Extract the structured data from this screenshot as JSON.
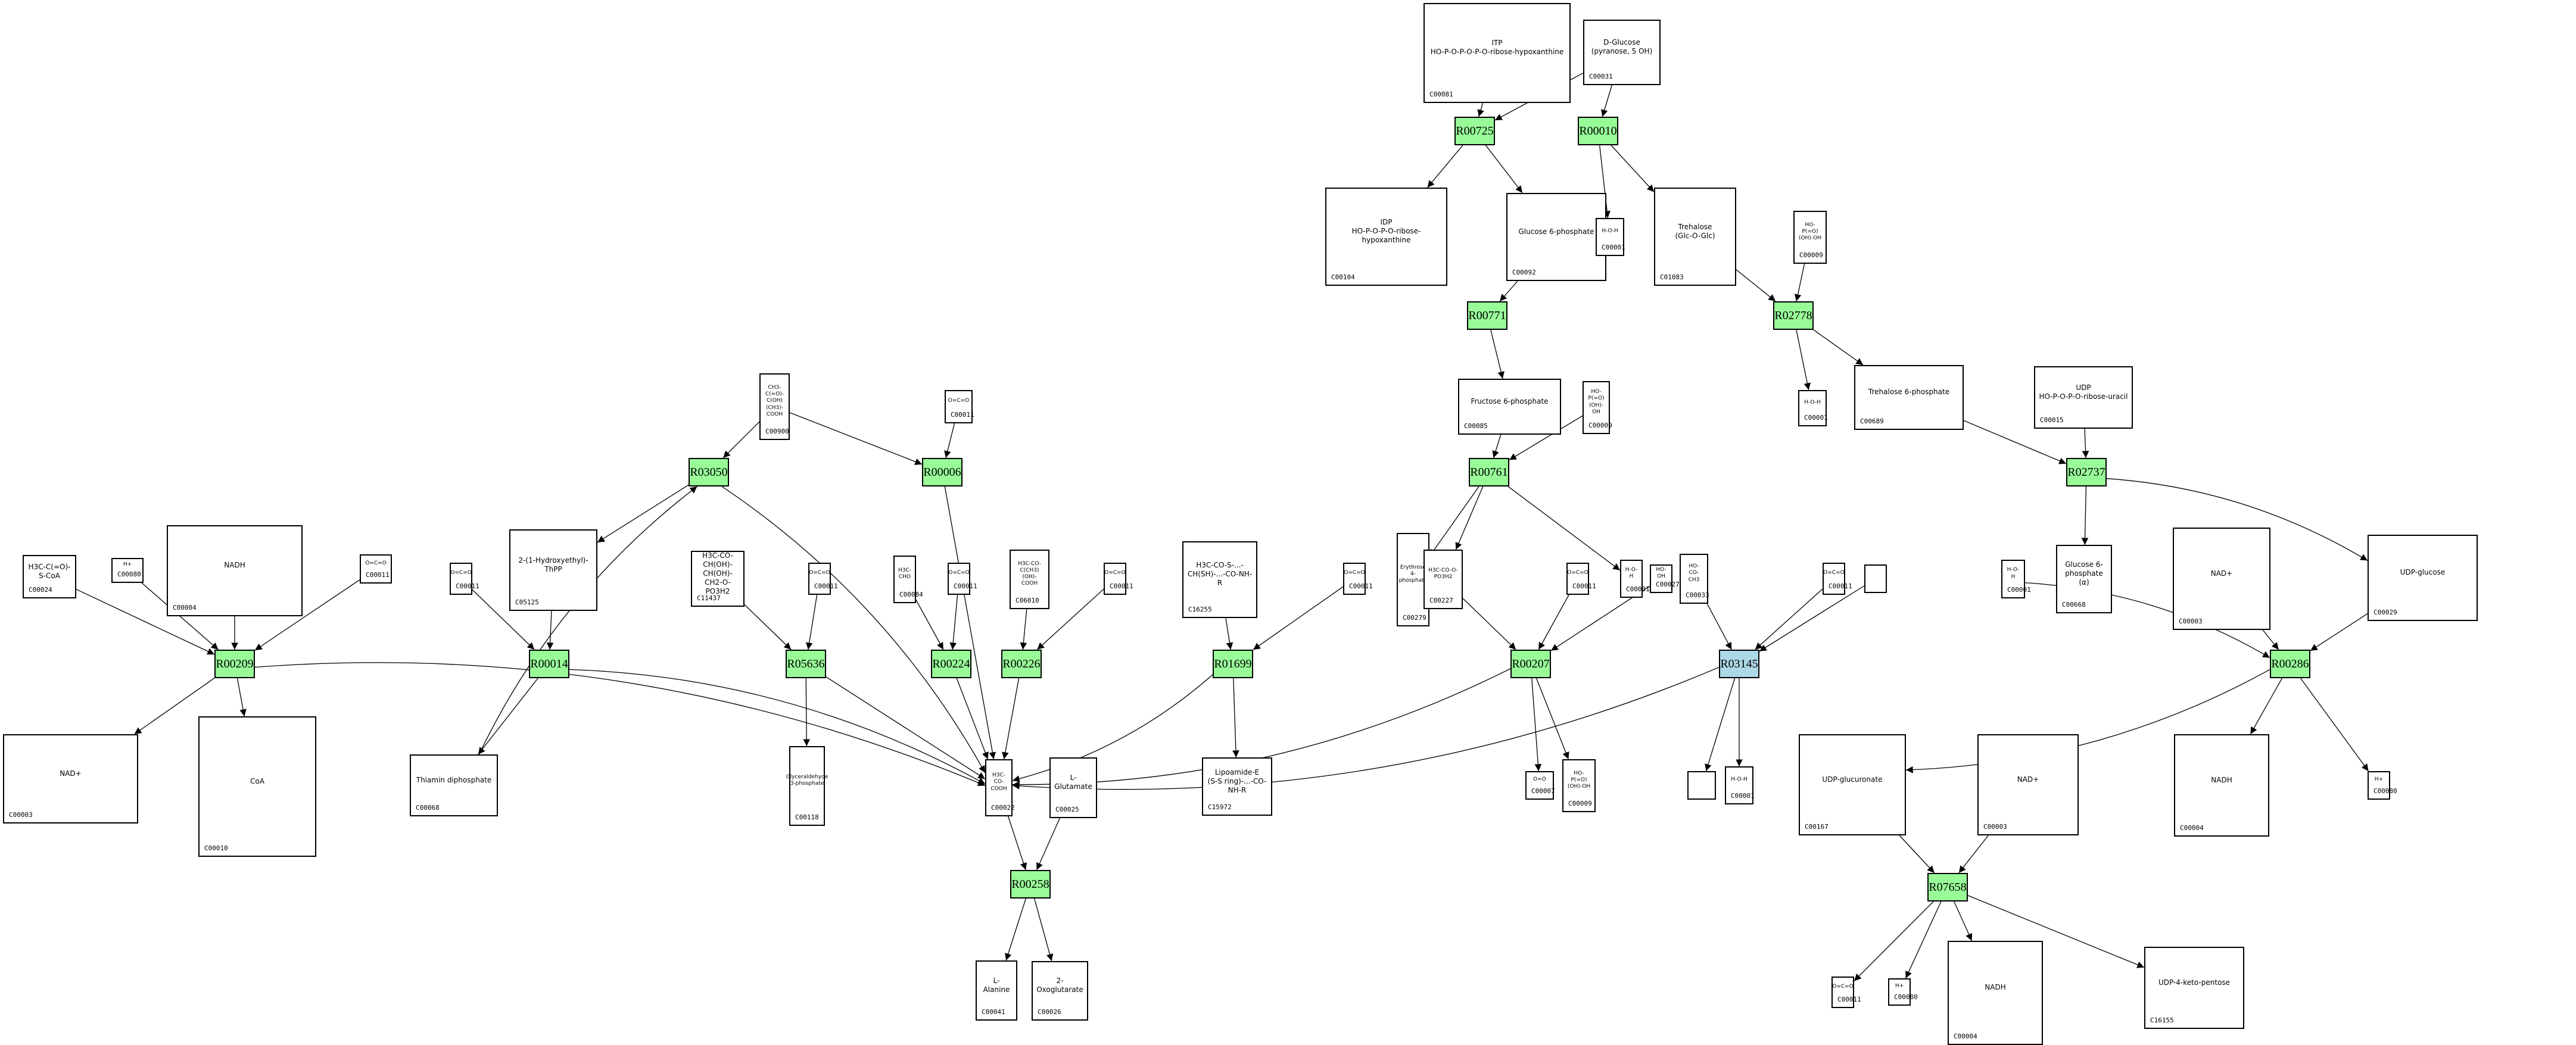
{
  "diagram": {
    "title": "Metabolic reaction network",
    "colors": {
      "reaction_default": "#98fb98",
      "reaction_highlight": "#add8e6",
      "edge": "#000000"
    },
    "reactions": [
      {
        "id": "R00725",
        "color": "#98fb98"
      },
      {
        "id": "R00010",
        "color": "#98fb98"
      },
      {
        "id": "R00771",
        "color": "#98fb98"
      },
      {
        "id": "R02778",
        "color": "#98fb98"
      },
      {
        "id": "R03050",
        "color": "#98fb98"
      },
      {
        "id": "R00006",
        "color": "#98fb98"
      },
      {
        "id": "R00761",
        "color": "#98fb98"
      },
      {
        "id": "R02737",
        "color": "#98fb98"
      },
      {
        "id": "R00209",
        "color": "#98fb98"
      },
      {
        "id": "R00014",
        "color": "#98fb98"
      },
      {
        "id": "R05636",
        "color": "#98fb98"
      },
      {
        "id": "R00224",
        "color": "#98fb98"
      },
      {
        "id": "R00226",
        "color": "#98fb98"
      },
      {
        "id": "R01699",
        "color": "#98fb98"
      },
      {
        "id": "R00207",
        "color": "#98fb98"
      },
      {
        "id": "R03145",
        "color": "#add8e6"
      },
      {
        "id": "R00286",
        "color": "#98fb98"
      },
      {
        "id": "R00258",
        "color": "#98fb98"
      },
      {
        "id": "R07658",
        "color": "#98fb98"
      }
    ],
    "compounds": [
      {
        "key": "c00081",
        "id": "C00081",
        "formula": "ITP\nHO-P-O-P-O-P-O-ribose-hypoxanthine"
      },
      {
        "key": "c00031a",
        "id": "C00031",
        "formula": "D-Glucose\n(pyranose, 5 OH)"
      },
      {
        "key": "c00104",
        "id": "C00104",
        "formula": "IDP\nHO-P-O-P-O-ribose-hypoxanthine"
      },
      {
        "key": "c00092",
        "id": "C00092",
        "formula": "Glucose 6-phosphate"
      },
      {
        "key": "c00001a",
        "id": "C00001",
        "formula": "H-O-H"
      },
      {
        "key": "c01083",
        "id": "C01083",
        "formula": "Trehalose\n(Glc-O-Glc)"
      },
      {
        "key": "c00009a",
        "id": "C00009",
        "formula": "HO-P(=O)(OH)-OH"
      },
      {
        "key": "c00085",
        "id": "C00085",
        "formula": "Fructose 6-phosphate"
      },
      {
        "key": "c00009b",
        "id": "C00009",
        "formula": "HO-P(=O)(OH)-OH"
      },
      {
        "key": "c00001b",
        "id": "C00001",
        "formula": "H-O-H"
      },
      {
        "key": "c00689",
        "id": "C00689",
        "formula": "Trehalose 6-phosphate"
      },
      {
        "key": "c00015",
        "id": "C00015",
        "formula": "UDP\nHO-P-O-P-O-ribose-uracil"
      },
      {
        "key": "c00900",
        "id": "C00900",
        "formula": "CH3-C(=O)-C(OH)(CH3)-COOH"
      },
      {
        "key": "c00011a",
        "id": "C00011",
        "formula": "O=C=O"
      },
      {
        "key": "c00024",
        "id": "C00024",
        "formula": "H3C-C(=O)-S-CoA"
      },
      {
        "key": "c00080a",
        "id": "C00080",
        "formula": "H+"
      },
      {
        "key": "c00004a",
        "id": "C00004",
        "formula": "NADH"
      },
      {
        "key": "c00011b",
        "id": "C00011",
        "formula": "O=C=O"
      },
      {
        "key": "c00011c",
        "id": "C00011",
        "formula": "O=C=O"
      },
      {
        "key": "c05125",
        "id": "C05125",
        "formula": "2-(1-Hydroxyethyl)-ThPP"
      },
      {
        "key": "c11437",
        "id": "C11437",
        "formula": "H3C-CO-CH(OH)-CH(OH)-CH2-O-PO3H2"
      },
      {
        "key": "c00011d",
        "id": "C00011",
        "formula": "O=C=O"
      },
      {
        "key": "c00084",
        "id": "C00084",
        "formula": "H3C-CHO"
      },
      {
        "key": "c00011e",
        "id": "C00011",
        "formula": "O=C=O"
      },
      {
        "key": "c06010",
        "id": "C06010",
        "formula": "H3C-CO-C(CH3)(OH)-COOH"
      },
      {
        "key": "c00011f",
        "id": "C00011",
        "formula": "O=C=O"
      },
      {
        "key": "c16255",
        "id": "C16255",
        "formula": "H3C-CO-S-...-CH(SH)-...-CO-NH-R"
      },
      {
        "key": "c00011g",
        "id": "C00011",
        "formula": "O=C=O"
      },
      {
        "key": "c00279",
        "id": "C00279",
        "formula": "Erythrose 4-phosphate"
      },
      {
        "key": "c00227",
        "id": "C00227",
        "formula": "H3C-CO-O-PO3H2"
      },
      {
        "key": "c00011h",
        "id": "C00011",
        "formula": "O=C=O"
      },
      {
        "key": "c00001c",
        "id": "C00001",
        "formula": "H-O-H"
      },
      {
        "key": "c00027",
        "id": "C00027",
        "formula": "HO-OH"
      },
      {
        "key": "c00033",
        "id": "C00033",
        "formula": "HO-CO-CH3"
      },
      {
        "key": "c00011i",
        "id": "C00011",
        "formula": "O=C=O"
      },
      {
        "key": "blank1",
        "id": "",
        "formula": ""
      },
      {
        "key": "c00001d",
        "id": "C00001",
        "formula": "H-O-H"
      },
      {
        "key": "c00668",
        "id": "C00668",
        "formula": "Glucose 6-phosphate (α)"
      },
      {
        "key": "c00003a",
        "id": "C00003",
        "formula": "NAD+"
      },
      {
        "key": "c00029",
        "id": "C00029",
        "formula": "UDP-glucose"
      },
      {
        "key": "c00003b",
        "id": "C00003",
        "formula": "NAD+"
      },
      {
        "key": "c00010",
        "id": "C00010",
        "formula": "CoA"
      },
      {
        "key": "c00068",
        "id": "C00068",
        "formula": "Thiamin diphosphate"
      },
      {
        "key": "c00118",
        "id": "C00118",
        "formula": "Glyceraldehyde 3-phosphate"
      },
      {
        "key": "c00022",
        "id": "C00022",
        "formula": "H3C-CO-COOH"
      },
      {
        "key": "c00025",
        "id": "C00025",
        "formula": "L-Glutamate"
      },
      {
        "key": "c15972",
        "id": "C15972",
        "formula": "Lipoamide-E\n(S-S ring)-...-CO-NH-R"
      },
      {
        "key": "c00007",
        "id": "C00007",
        "formula": "O=O"
      },
      {
        "key": "c00009c",
        "id": "C00009",
        "formula": "HO-P(=O)(OH)-OH"
      },
      {
        "key": "blank2",
        "id": "",
        "formula": ""
      },
      {
        "key": "c00001e",
        "id": "C00001",
        "formula": "H-O-H"
      },
      {
        "key": "c00167",
        "id": "C00167",
        "formula": "UDP-glucuronate"
      },
      {
        "key": "c00003c",
        "id": "C00003",
        "formula": "NAD+"
      },
      {
        "key": "c00004b",
        "id": "C00004",
        "formula": "NADH"
      },
      {
        "key": "c00080b",
        "id": "C00080",
        "formula": "H+"
      },
      {
        "key": "c00041",
        "id": "C00041",
        "formula": "L-Alanine"
      },
      {
        "key": "c00026",
        "id": "C00026",
        "formula": "2-Oxoglutarate"
      },
      {
        "key": "c00011j",
        "id": "C00011",
        "formula": "O=C=O"
      },
      {
        "key": "c00080c",
        "id": "C00080",
        "formula": "H+"
      },
      {
        "key": "c00004c",
        "id": "C00004",
        "formula": "NADH"
      },
      {
        "key": "c16155",
        "id": "C16155",
        "formula": "UDP-4-keto-pentose"
      }
    ]
  }
}
